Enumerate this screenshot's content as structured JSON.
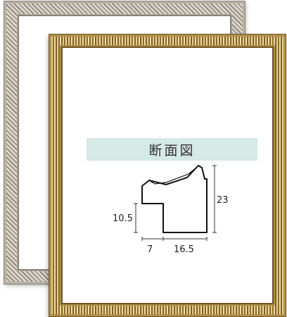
{
  "title": "断面図",
  "dimensions": {
    "height_total": "23",
    "height_inner": "10.5",
    "width_left": "7",
    "width_right": "16.5"
  },
  "colors": {
    "banner": "#d5e9e6",
    "gold_frame": "#b08f47",
    "silver_frame": "#b9b1a4"
  }
}
